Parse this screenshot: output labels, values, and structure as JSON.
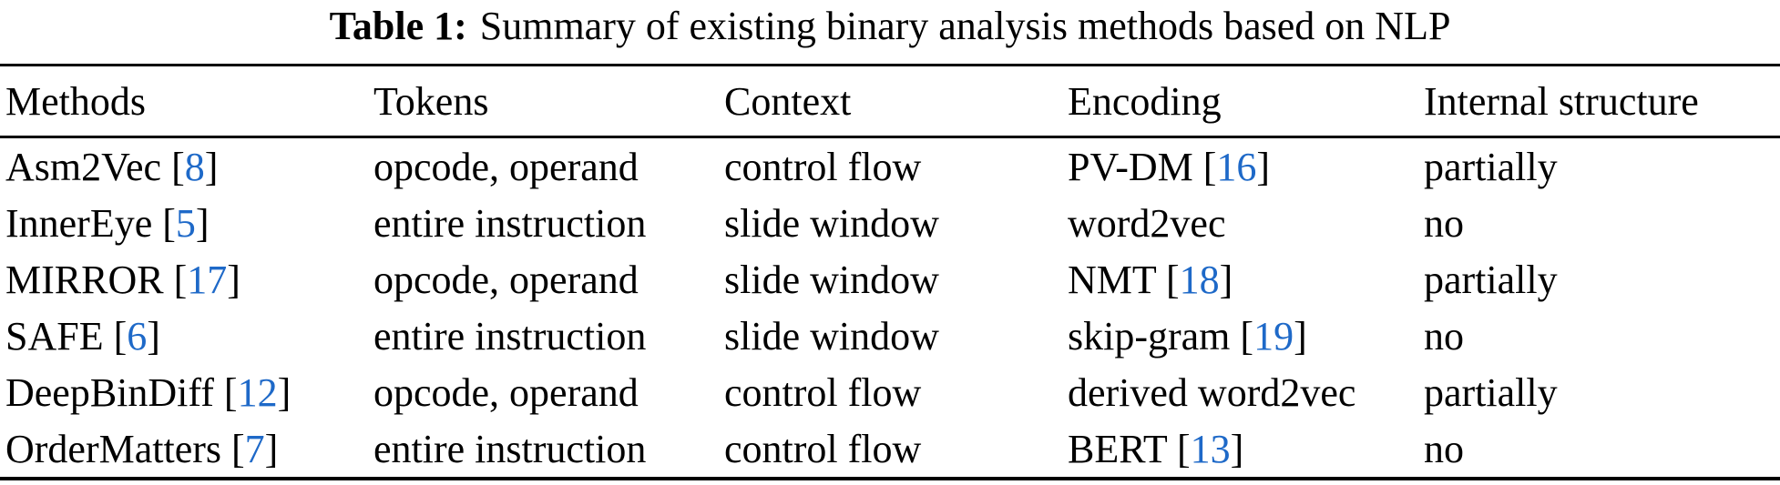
{
  "caption": {
    "label": "Table 1:",
    "text": "Summary of existing binary analysis methods based on NLP"
  },
  "colors": {
    "citation_blue": "#1e69c8",
    "text": "#000000",
    "rule": "#000000",
    "background": "#ffffff"
  },
  "table": {
    "columns": [
      {
        "key": "methods",
        "label": "Methods"
      },
      {
        "key": "tokens",
        "label": "Tokens"
      },
      {
        "key": "context",
        "label": "Context"
      },
      {
        "key": "encoding",
        "label": "Encoding"
      },
      {
        "key": "internal-structure",
        "label": "Internal structure"
      }
    ],
    "rows": [
      {
        "cells": [
          {
            "text": "Asm2Vec",
            "cite": "8"
          },
          {
            "text": "opcode, operand"
          },
          {
            "text": "control flow"
          },
          {
            "text": "PV-DM",
            "cite": "16"
          },
          {
            "text": "partially"
          }
        ]
      },
      {
        "cells": [
          {
            "text": "InnerEye",
            "cite": "5"
          },
          {
            "text": "entire instruction"
          },
          {
            "text": "slide window"
          },
          {
            "text": "word2vec"
          },
          {
            "text": "no"
          }
        ]
      },
      {
        "cells": [
          {
            "text": "MIRROR",
            "cite": "17"
          },
          {
            "text": "opcode, operand"
          },
          {
            "text": "slide window"
          },
          {
            "text": "NMT",
            "cite": "18"
          },
          {
            "text": "partially"
          }
        ]
      },
      {
        "cells": [
          {
            "text": "SAFE",
            "cite": "6"
          },
          {
            "text": "entire instruction"
          },
          {
            "text": "slide window"
          },
          {
            "text": "skip-gram",
            "cite": "19"
          },
          {
            "text": "no"
          }
        ]
      },
      {
        "cells": [
          {
            "text": "DeepBinDiff",
            "cite": "12"
          },
          {
            "text": "opcode, operand"
          },
          {
            "text": "control flow"
          },
          {
            "text": "derived word2vec"
          },
          {
            "text": "partially"
          }
        ]
      },
      {
        "cells": [
          {
            "text": "OrderMatters",
            "cite": "7"
          },
          {
            "text": "entire instruction"
          },
          {
            "text": "control flow"
          },
          {
            "text": "BERT",
            "cite": "13"
          },
          {
            "text": "no"
          }
        ]
      }
    ]
  }
}
